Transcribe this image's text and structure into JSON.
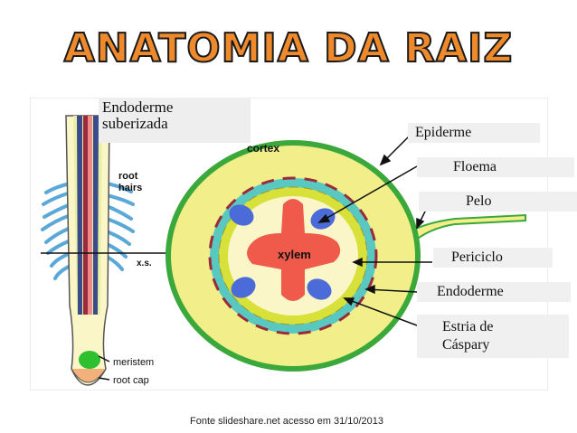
{
  "title": "ANATOMIA DA RAIZ",
  "caption": "Fonte slideshare.net acesso em 31/10/2013",
  "figure_labels": {
    "cortex": "cortex",
    "xylem": "xylem",
    "root_hairs": "root hairs",
    "xs": "x.s.",
    "meristem": "meristem",
    "root_cap": "root cap"
  },
  "callouts": {
    "endoderme_suberizada_1": "Endoderme",
    "endoderme_suberizada_2": "suberizada",
    "epiderme": "Epiderme",
    "floema": "Floema",
    "pelo": "Pelo",
    "periciclo": "Periciclo",
    "endoderme": "Endoderme",
    "estria_1": "Estria de",
    "estria_2": "Cáspary"
  },
  "colors": {
    "title_fill": "#ef8a2c",
    "epidermis": "#3aa83a",
    "cortex": "#f2ee8a",
    "endodermis": "#58c8c0",
    "pericycle": "#d8e03a",
    "xylem": "#ef5a4a",
    "phloem": "#4a6bd8",
    "casparian": "#9a2b3a"
  }
}
